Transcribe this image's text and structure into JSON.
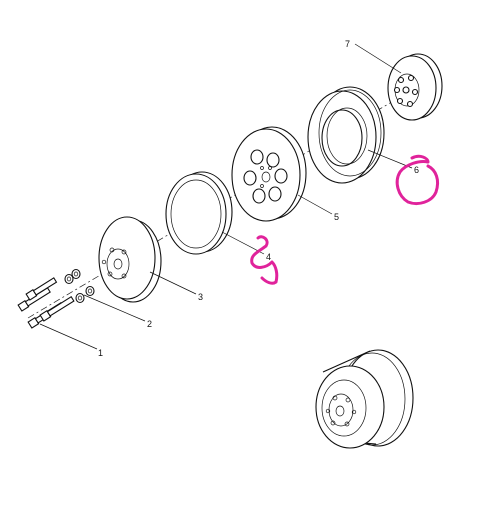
{
  "callouts": [
    {
      "id": "1",
      "label": "1"
    },
    {
      "id": "2",
      "label": "2"
    },
    {
      "id": "3",
      "label": "3"
    },
    {
      "id": "4",
      "label": "4"
    },
    {
      "id": "5",
      "label": "5"
    },
    {
      "id": "6",
      "label": "6"
    },
    {
      "id": "7",
      "label": "7"
    }
  ],
  "colors": {
    "line": "#111111",
    "annotation": "#e0239b",
    "background": "#ffffff"
  }
}
